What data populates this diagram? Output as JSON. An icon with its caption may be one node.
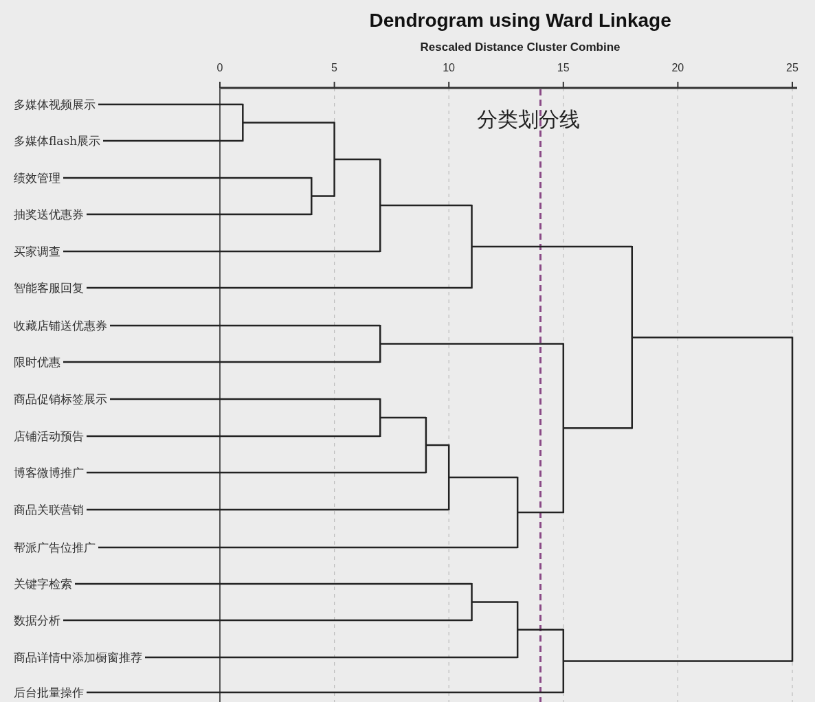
{
  "diagram": {
    "title": "Dendrogram using Ward Linkage",
    "nodes": [
      {
        "text": [
          "多媒体视频展示"
        ]
      },
      {
        "text": [
          "多媒体flash展示"
        ]
      },
      {
        "text": [
          "绩效管理"
        ]
      },
      {
        "text": [
          "抽奖送优惠券"
        ]
      },
      {
        "text": [
          "买家调查"
        ]
      },
      {
        "text": [
          "智能客服回复"
        ]
      },
      {
        "text": [
          "收藏店铺送优惠券"
        ]
      },
      {
        "text": [
          "限时优惠"
        ]
      },
      {
        "text": [
          "商品促销标签展示"
        ]
      },
      {
        "text": [
          "店铺活动预告"
        ]
      },
      {
        "text": [
          "博客微博推广"
        ]
      },
      {
        "text": [
          "商品关联营销"
        ]
      },
      {
        "text": [
          "帮派广告位推广"
        ]
      },
      {
        "text": [
          "关键字检索"
        ]
      },
      {
        "text": [
          "数据分析"
        ]
      },
      {
        "text": [
          "商品详情中添加橱窗推荐"
        ]
      },
      {
        "text": [
          "后台批量操作"
        ]
      },
      {
        "text": [],
        "shape": "bar"
      },
      {
        "text": [],
        "shape": "bar"
      },
      {
        "text": [],
        "shape": "bar"
      },
      {
        "text": [],
        "shape": "bar"
      },
      {
        "text": [],
        "shape": "bar"
      },
      {
        "text": [],
        "shape": "bar"
      },
      {
        "text": [],
        "shape": "bar"
      },
      {
        "text": [],
        "shape": "bar"
      },
      {
        "text": [],
        "shape": "bar"
      },
      {
        "text": [],
        "shape": "bar"
      },
      {
        "text": [],
        "shape": "bar"
      },
      {
        "text": [],
        "shape": "bar"
      },
      {
        "text": [],
        "shape": "bar"
      },
      {
        "text": [],
        "shape": "bar"
      },
      {
        "text": [],
        "shape": "bar"
      },
      {
        "text": [],
        "shape": "bar"
      }
    ],
    "edges": [
      {
        "from": 0,
        "to": 17,
        "arrow": "none"
      },
      {
        "from": 1,
        "to": 17,
        "arrow": "none"
      },
      {
        "from": 2,
        "to": 18,
        "arrow": "none"
      },
      {
        "from": 3,
        "to": 18,
        "arrow": "none"
      },
      {
        "from": 17,
        "to": 19,
        "arrow": "none"
      },
      {
        "from": 18,
        "to": 19,
        "arrow": "none"
      },
      {
        "from": 19,
        "to": 20,
        "arrow": "none"
      },
      {
        "from": 4,
        "to": 20,
        "arrow": "none"
      },
      {
        "from": 20,
        "to": 21,
        "arrow": "none"
      },
      {
        "from": 5,
        "to": 21,
        "arrow": "none"
      },
      {
        "from": 6,
        "to": 22,
        "arrow": "none"
      },
      {
        "from": 7,
        "to": 22,
        "arrow": "none"
      },
      {
        "from": 8,
        "to": 23,
        "arrow": "none"
      },
      {
        "from": 9,
        "to": 23,
        "arrow": "none"
      },
      {
        "from": 23,
        "to": 24,
        "arrow": "none"
      },
      {
        "from": 10,
        "to": 24,
        "arrow": "none"
      },
      {
        "from": 24,
        "to": 25,
        "arrow": "none"
      },
      {
        "from": 11,
        "to": 25,
        "arrow": "none"
      },
      {
        "from": 25,
        "to": 26,
        "arrow": "none"
      },
      {
        "from": 12,
        "to": 26,
        "arrow": "none"
      },
      {
        "from": 22,
        "to": 27,
        "arrow": "none"
      },
      {
        "from": 26,
        "to": 27,
        "arrow": "none"
      },
      {
        "from": 21,
        "to": 28,
        "arrow": "none"
      },
      {
        "from": 27,
        "to": 28,
        "arrow": "none"
      },
      {
        "from": 13,
        "to": 29,
        "arrow": "none"
      },
      {
        "from": 14,
        "to": 29,
        "arrow": "none"
      },
      {
        "from": 29,
        "to": 30,
        "arrow": "none"
      },
      {
        "from": 15,
        "to": 30,
        "arrow": "none"
      },
      {
        "from": 30,
        "to": 31,
        "arrow": "none"
      },
      {
        "from": 16,
        "to": 31,
        "arrow": "none"
      },
      {
        "from": 28,
        "to": 32,
        "arrow": "none"
      },
      {
        "from": 31,
        "to": 32,
        "arrow": "none"
      }
    ],
    "labels": [
      "Rescaled Distance Cluster Combine",
      "0",
      "5",
      "10",
      "15",
      "20",
      "25",
      "分类划分线"
    ]
  }
}
